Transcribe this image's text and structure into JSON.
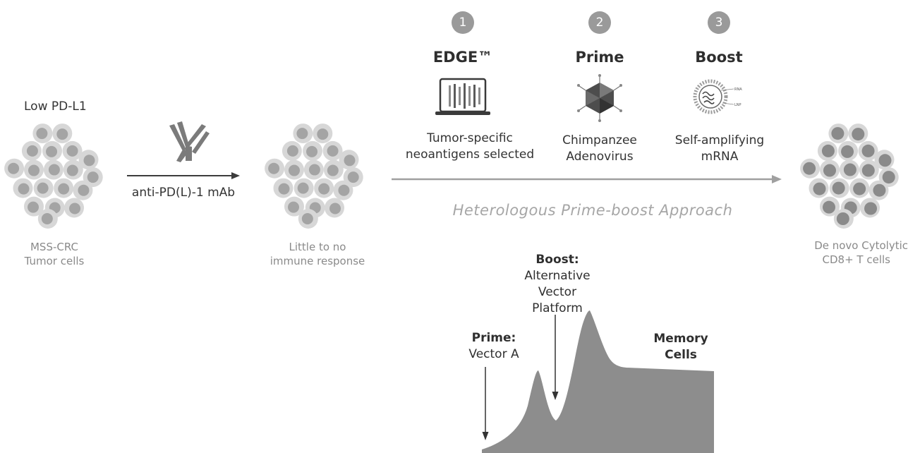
{
  "left_panel": {
    "low_pdl1": "Low PD-L1",
    "mss_crc_line1": "MSS-CRC",
    "mss_crc_line2": "Tumor cells",
    "antibody_label": "anti-PD(L)-1 mAb",
    "little_line1": "Little to no",
    "little_line2": "immune response"
  },
  "steps": [
    {
      "number": "1",
      "title": "EDGE™",
      "desc_line1": "Tumor-specific",
      "desc_line2": "neoantigens selected",
      "icon": "laptop-icon"
    },
    {
      "number": "2",
      "title": "Prime",
      "desc_line1": "Chimpanzee",
      "desc_line2": "Adenovirus",
      "icon": "adenovirus-icon"
    },
    {
      "number": "3",
      "title": "Boost",
      "desc_line1": "Self-amplifying",
      "desc_line2": "mRNA",
      "icon": "lnp-mrna-icon"
    }
  ],
  "lnp_icon_text": {
    "rna": "RNA",
    "lnp": "LNP"
  },
  "approach_label": "Heterologous Prime-boost Approach",
  "right_panel": {
    "result_line1": "De novo Cytolytic",
    "result_line2": "CD8+ T cells"
  },
  "response_chart": {
    "prime_bold": "Prime:",
    "prime_sub": "Vector A",
    "boost_bold": "Boost:",
    "boost_sub1": "Alternative",
    "boost_sub2": "Vector",
    "boost_sub3": "Platform",
    "memory_line1": "Memory",
    "memory_line2": "Cells"
  },
  "colors": {
    "text_dark": "#333333",
    "text_gray": "#8a8a8a",
    "cell_outer": "#d7d7d7",
    "cell_nucleus": "#a4a4a4",
    "arrow_dark": "#3c3c3c",
    "arrow_light": "#a0a0a0",
    "curve_fill": "#8d8d8d"
  }
}
